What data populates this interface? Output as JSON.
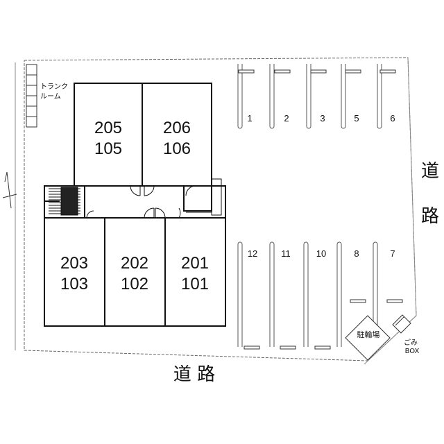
{
  "units": [
    {
      "upper": "205",
      "lower": "105"
    },
    {
      "upper": "206",
      "lower": "106"
    },
    {
      "upper": "203",
      "lower": "103"
    },
    {
      "upper": "202",
      "lower": "102"
    },
    {
      "upper": "201",
      "lower": "101"
    }
  ],
  "parking_top": [
    "1",
    "2",
    "3",
    "5",
    "6"
  ],
  "parking_bottom": [
    "12",
    "11",
    "10",
    "8",
    "7"
  ],
  "labels": {
    "trunk_room_line1": "トランク",
    "trunk_room_line2": "ルーム",
    "bicycle_parking": "駐輪場",
    "garbage_line1": "ごみ",
    "garbage_line2": "BOX",
    "road_bottom": "道 路",
    "road_right_1": "道",
    "road_right_2": "路"
  }
}
